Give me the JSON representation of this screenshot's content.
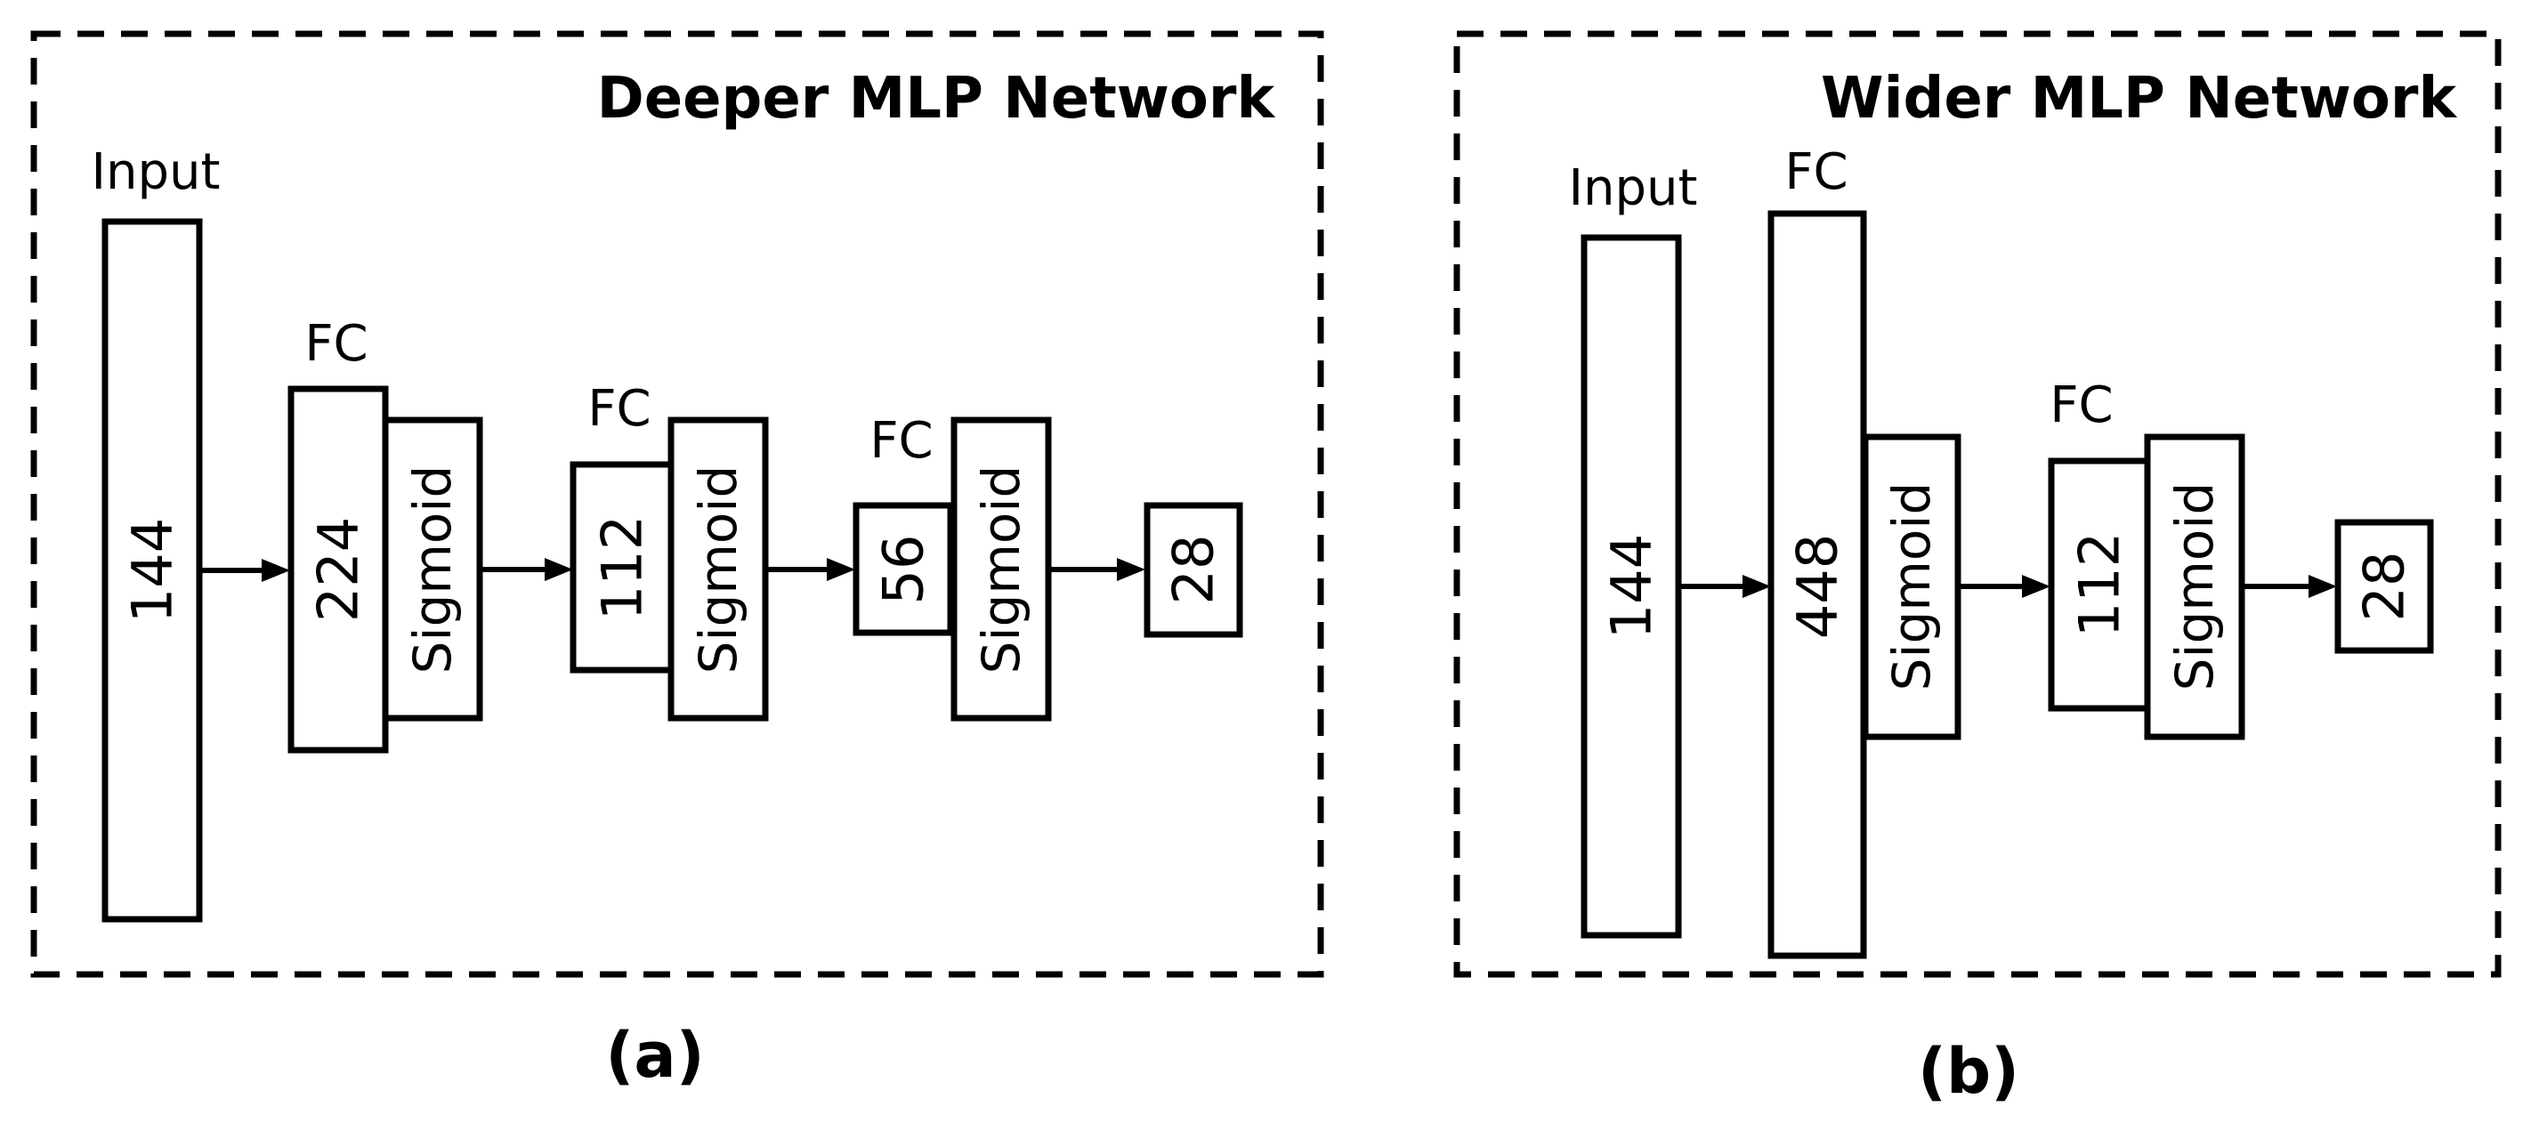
{
  "panel_a": {
    "title": "Deeper MLP Network",
    "caption": "(a)",
    "input_label": "Input",
    "input_value": "144",
    "layers": [
      {
        "type_label": "FC",
        "value": "224",
        "activation": "Sigmoid"
      },
      {
        "type_label": "FC",
        "value": "112",
        "activation": "Sigmoid"
      },
      {
        "type_label": "FC",
        "value": "56",
        "activation": "Sigmoid"
      }
    ],
    "output_value": "28"
  },
  "panel_b": {
    "title": "Wider MLP Network",
    "caption": "(b)",
    "input_label": "Input",
    "input_value": "144",
    "layers": [
      {
        "type_label": "FC",
        "value": "448",
        "activation": "Sigmoid"
      },
      {
        "type_label": "FC",
        "value": "112",
        "activation": "Sigmoid"
      }
    ],
    "output_value": "28"
  }
}
